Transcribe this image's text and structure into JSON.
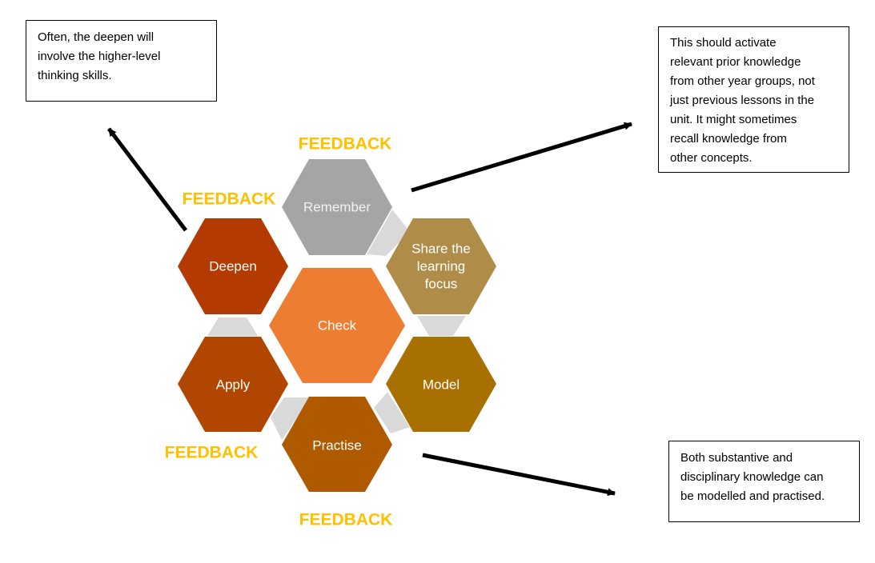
{
  "hexagons": {
    "remember": {
      "label": "Remember",
      "color": "#a5a5a5"
    },
    "share": {
      "label_lines": [
        "Share the",
        "learning",
        "focus"
      ],
      "color": "#b08c49"
    },
    "model": {
      "label": "Model",
      "color": "#a87000"
    },
    "practise": {
      "label": "Practise",
      "color": "#b05a00"
    },
    "apply": {
      "label": "Apply",
      "color": "#b14600"
    },
    "deepen": {
      "label": "Deepen",
      "color": "#b33a00"
    },
    "check": {
      "label": "Check",
      "color": "#ed7d31"
    }
  },
  "feedback_label": "FEEDBACK",
  "feedback_color": "#ffc000",
  "connector_color": "#d9d9d9",
  "callouts": {
    "deepen": "Often, the deepen will\ninvolve the higher-level\nthinking skills.",
    "remember": "This should activate\nrelevant prior knowledge\nfrom other year groups, not\njust previous lessons in the\nunit.  It might sometimes\nrecall knowledge from\nother concepts.",
    "model": "Both substantive and\ndisciplinary knowledge can\nbe modelled and practised."
  }
}
